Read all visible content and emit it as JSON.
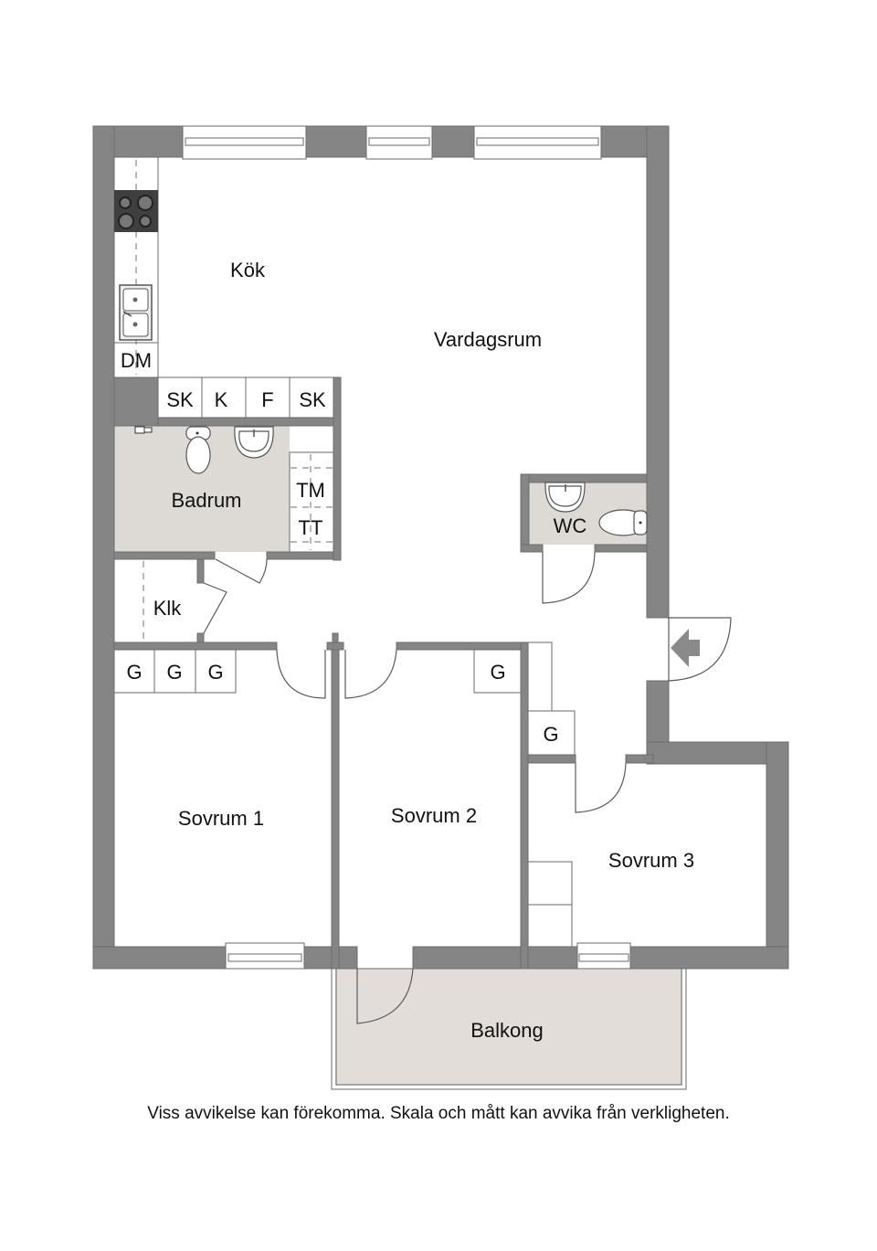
{
  "plan": {
    "rooms": {
      "kitchen": "Kök",
      "living": "Vardagsrum",
      "bathroom": "Badrum",
      "wc": "WC",
      "closet": "Klk",
      "bedroom1": "Sovrum 1",
      "bedroom2": "Sovrum 2",
      "bedroom3": "Sovrum 3",
      "balcony": "Balkong"
    },
    "fixtures": {
      "dishwasher": "DM",
      "kitchen_row": [
        "SK",
        "K",
        "F",
        "SK"
      ],
      "washer": "TM",
      "dryer": "TT",
      "wardrobes_bedroom1": [
        "G",
        "G",
        "G"
      ],
      "wardrobe_bedroom2": "G",
      "wardrobe_hall": "G"
    },
    "icons": {
      "entrance": "entrance-arrow-icon",
      "stove": "stove-icon",
      "sink": "kitchen-sink-icon",
      "toilet": "toilet-icon",
      "washbasin": "washbasin-icon"
    },
    "colors": {
      "wall": "#858585",
      "wet_room_floor": "#ddd9d5",
      "balcony_floor": "#e2ddd8",
      "background": "#ffffff"
    }
  },
  "footer": {
    "disclaimer": "Viss avvikelse kan förekomma. Skala och mått kan avvika från verkligheten."
  }
}
